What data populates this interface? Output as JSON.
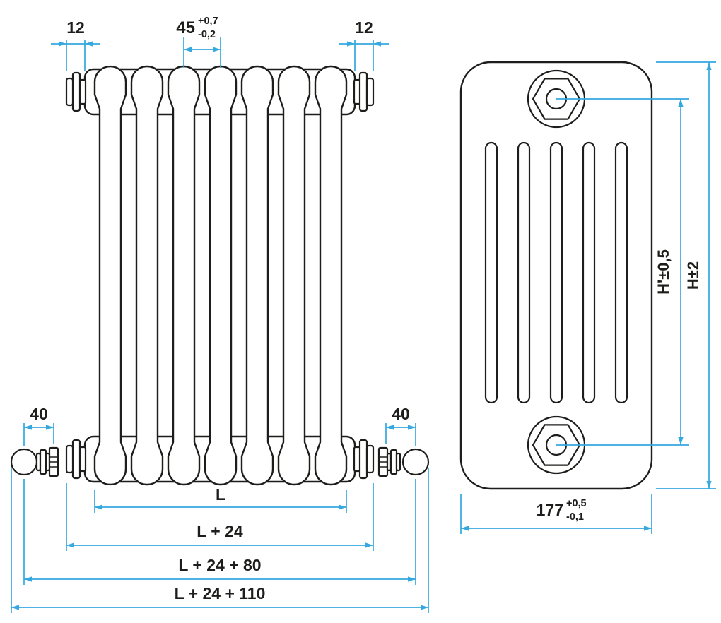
{
  "title": "Column radiator technical drawing",
  "colors": {
    "line": "#1d1d1b",
    "dimension": "#35a8e0"
  },
  "front_view": {
    "name": "front-view",
    "dimensions": {
      "top_left": "12",
      "top_right": "12",
      "pitch": "45",
      "pitch_tol_plus": "+0,7",
      "pitch_tol_minus": "-0,2",
      "bottom_left": "40",
      "bottom_right": "40",
      "length": "L",
      "length_tappings": "L + 24",
      "length_valves": "L + 24 + 80",
      "length_overall": "L + 24 + 110"
    }
  },
  "side_view": {
    "name": "side-view",
    "dimensions": {
      "tapping_axis_height": "H'±0,5",
      "overall_height": "H±2",
      "depth": "177",
      "depth_tol_plus": "+0,5",
      "depth_tol_minus": "-0,1"
    }
  }
}
